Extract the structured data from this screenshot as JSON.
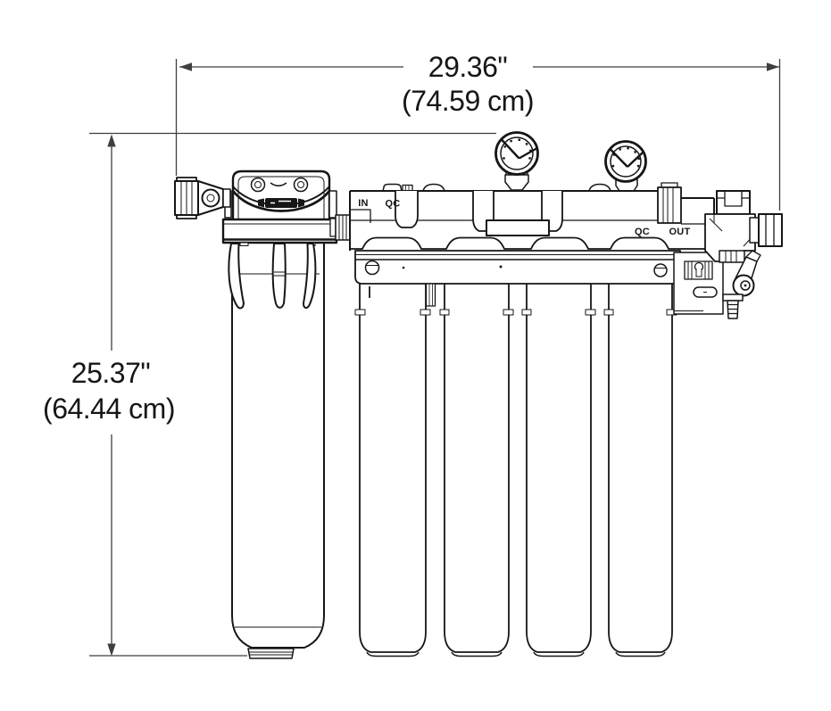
{
  "annotations": {
    "width_dim": {
      "inches": "29.36\"",
      "metric": "(74.59 cm)"
    },
    "height_dim": {
      "inches": "25.37\"",
      "metric": "(64.44 cm)"
    }
  },
  "labels": {
    "inlet": "IN",
    "qc_inlet": "QC",
    "qc_outlet": "QC",
    "outlet": "OUT"
  },
  "colors": {
    "background": "#ffffff",
    "line": "#161616",
    "dimension_line": "#3f3f3f"
  }
}
